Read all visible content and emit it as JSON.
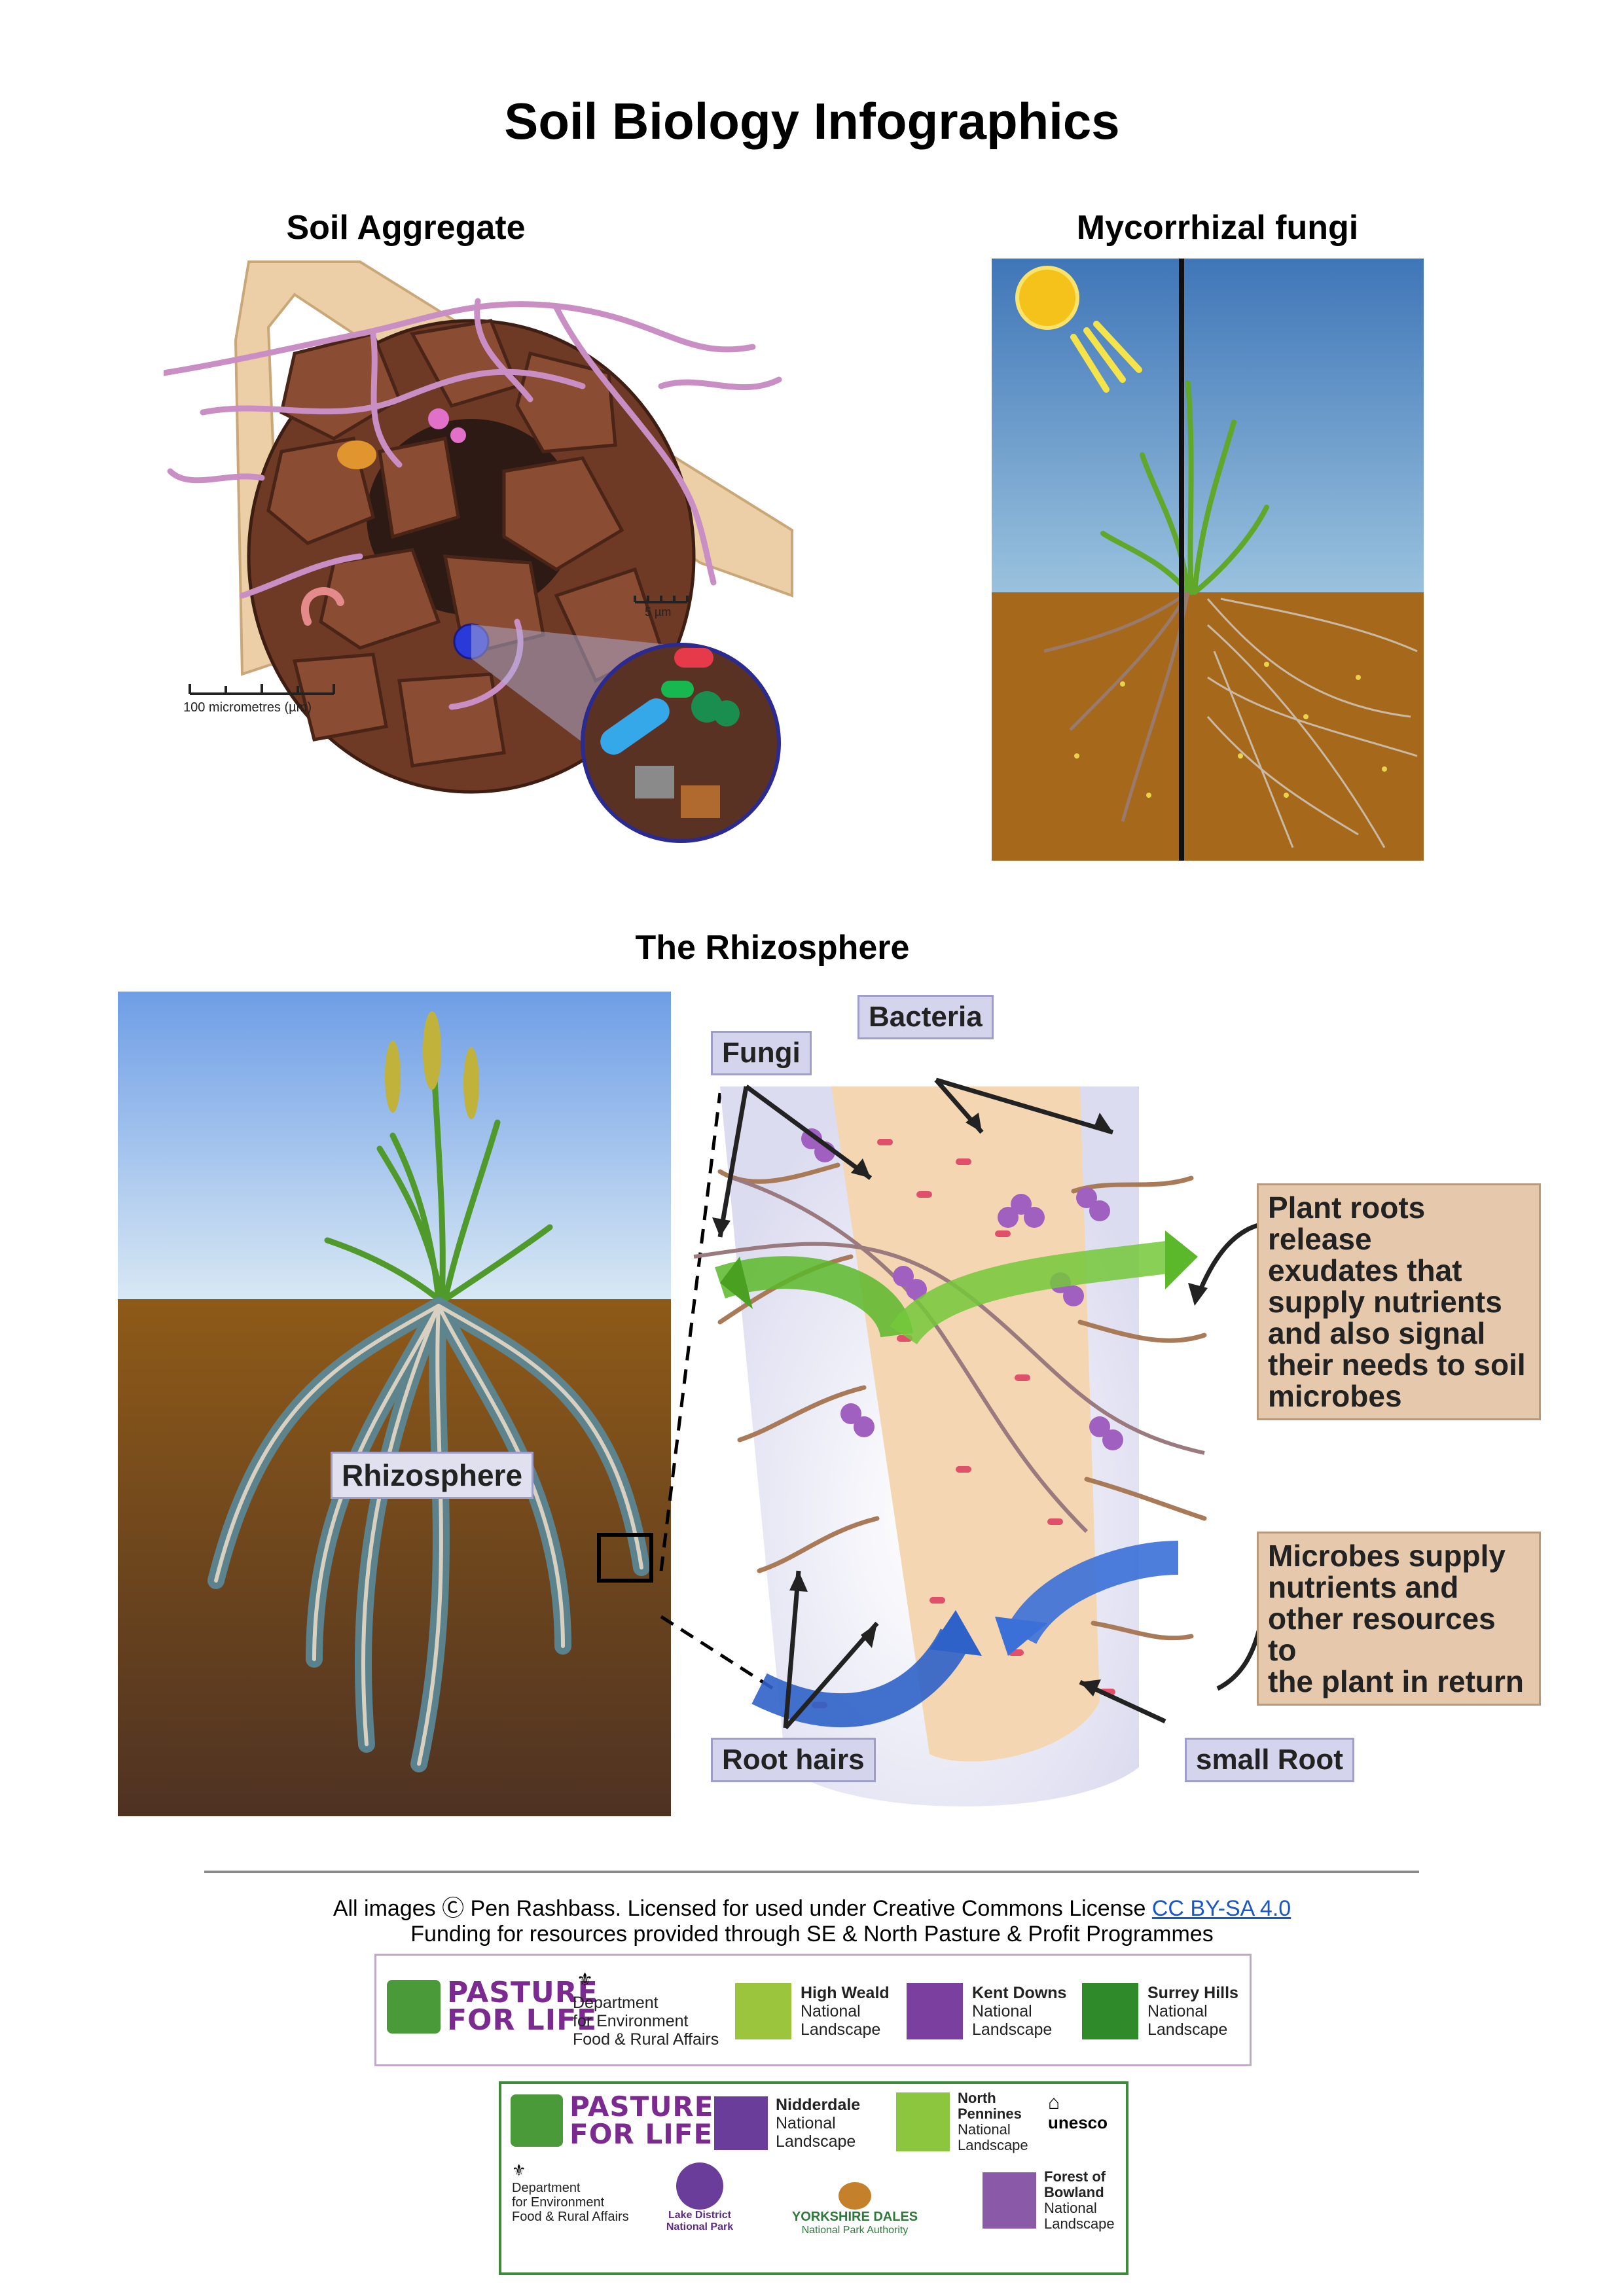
{
  "page_title": "Soil Biology Infographics",
  "sections": {
    "soil_aggregate": {
      "title": "Soil Aggregate",
      "scale_large": "100 micrometres (µm)",
      "scale_small": "5 µm"
    },
    "mycorrhizal": {
      "title": "Mycorrhizal fungi"
    },
    "rhizosphere": {
      "title": "The Rhizosphere",
      "label_rhizosphere": "Rhizosphere",
      "label_fungi": "Fungi",
      "label_bacteria": "Bacteria",
      "label_root_hairs": "Root hairs",
      "label_small_root": "small Root",
      "note_exudates": "Plant roots release\nexudates that\nsupply nutrients\nand also signal\ntheir needs to soil\nmicrobes",
      "note_microbes": "Microbes supply\nnutrients and\nother resources to\nthe plant in return"
    }
  },
  "footer": {
    "license_text": "All images Ⓒ Pen Rashbass. Licensed for used under Creative Commons License ",
    "license_link": "CC BY-SA 4.0",
    "funding_text": "Funding for resources provided through SE & North Pasture & Profit Programmes"
  },
  "logos_box1": {
    "pfl": "PASTURE\nFOR LIFE",
    "defra": "Department\nfor Environment\nFood & Rural Affairs",
    "high_weald": "High Weald",
    "high_weald_sub": "National\nLandscape",
    "kent_downs": "Kent Downs",
    "kent_downs_sub": "National\nLandscape",
    "surrey_hills": "Surrey Hills",
    "surrey_hills_sub": "National\nLandscape"
  },
  "logos_box2": {
    "pfl": "PASTURE\nFOR LIFE",
    "nidderdale": "Nidderdale",
    "nidderdale_sub": "National\nLandscape",
    "north_pennines": "North\nPennines",
    "north_pennines_sub": "National\nLandscape",
    "unesco": "unesco",
    "defra": "Department\nfor Environment\nFood & Rural Affairs",
    "lake_district": "Lake District\nNational Park",
    "yorkshire_dales": "YORKSHIRE DALES",
    "yorkshire_dales_sub": "National Park Authority",
    "forest_bowland": "Forest of\nBowland",
    "forest_bowland_sub": "National\nLandscape"
  },
  "colors": {
    "sky": "#6c9ad6",
    "soil": "#8a5a1e",
    "accent_purple": "#7b2b8f",
    "link": "#1a56c8"
  }
}
